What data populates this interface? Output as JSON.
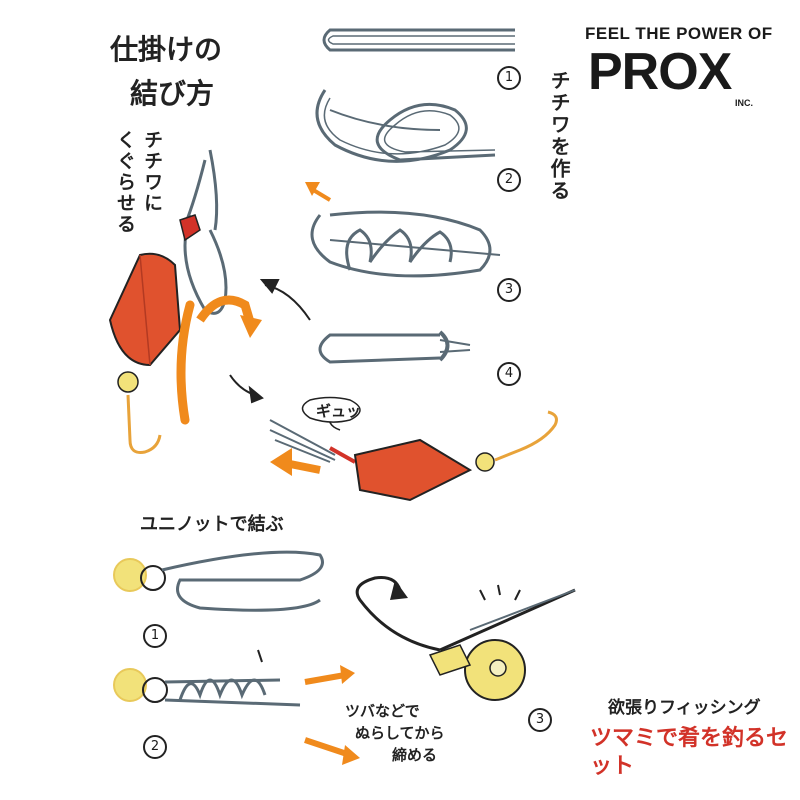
{
  "title": {
    "line1": "仕掛けの",
    "line2": "結び方"
  },
  "brand": {
    "tagline": "FEEL THE POWER OF",
    "logo": "PROX",
    "inc": "INC."
  },
  "steps_top": {
    "vertical_label": "チチワを作る",
    "nums": [
      "1",
      "2",
      "3",
      "4"
    ]
  },
  "loop_label": "チチワに くぐらせる",
  "squeeze_label": "ギュッ",
  "uni_label": "ユニノットで結ぶ",
  "uni_nums": [
    "1",
    "2",
    "3"
  ],
  "wet_note": {
    "line1": "ツバなどで",
    "line2": "ぬらしてから",
    "line3": "締める"
  },
  "series": {
    "line1": "欲張りフィッシング",
    "line2": "ツマミで肴を釣るセット"
  },
  "colors": {
    "line": "#5a6a75",
    "line_fill": "#dfe8ea",
    "weight": "#e0522e",
    "hook": "#e8a33a",
    "arrow": "#f08a1c",
    "bead": "#f2e27a",
    "red": "#d23228",
    "blue": "#1f6fb5",
    "green": "#2aa24f"
  }
}
